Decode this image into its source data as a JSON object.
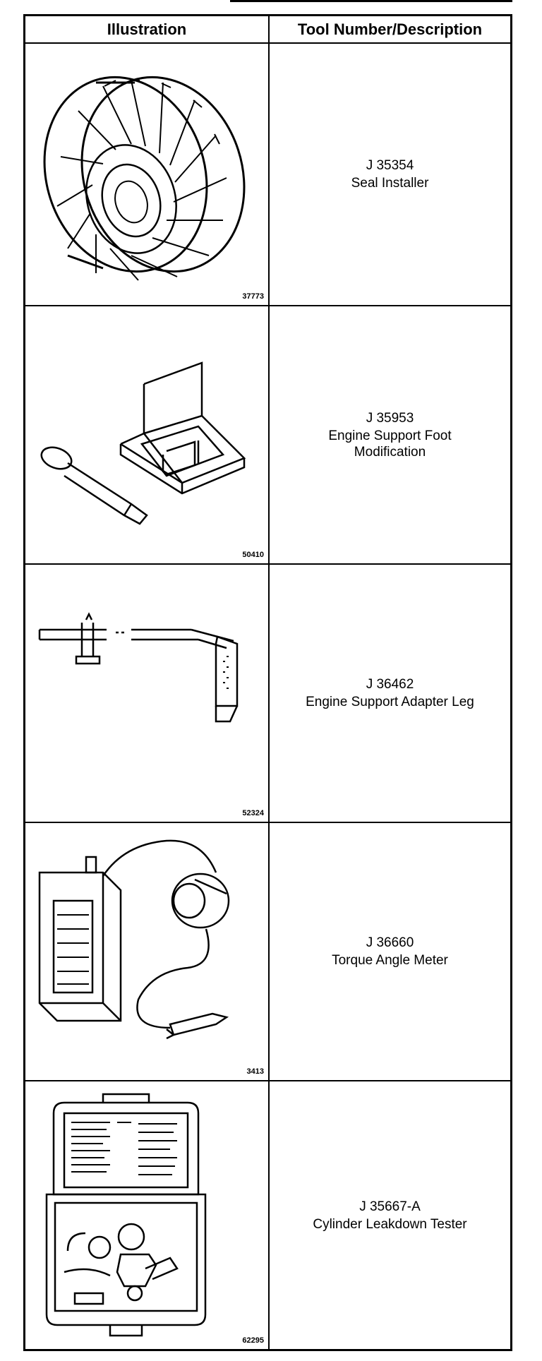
{
  "table": {
    "headers": {
      "illustration": "Illustration",
      "tool": "Tool Number/Description"
    },
    "rows": [
      {
        "figure_number": "37773",
        "tool_number": "J 35354",
        "description": "Seal Installer",
        "icon": "seal-installer-icon"
      },
      {
        "figure_number": "50410",
        "tool_number": "J 35953",
        "description": "Engine Support Foot Modification",
        "icon": "support-foot-icon"
      },
      {
        "figure_number": "52324",
        "tool_number": "J 36462",
        "description": "Engine Support Adapter Leg",
        "icon": "adapter-leg-icon"
      },
      {
        "figure_number": "3413",
        "tool_number": "J 36660",
        "description": "Torque Angle Meter",
        "icon": "torque-meter-icon"
      },
      {
        "figure_number": "62295",
        "tool_number": "J 35667-A",
        "description": "Cylinder Leakdown Tester",
        "icon": "leakdown-tester-icon"
      }
    ]
  }
}
